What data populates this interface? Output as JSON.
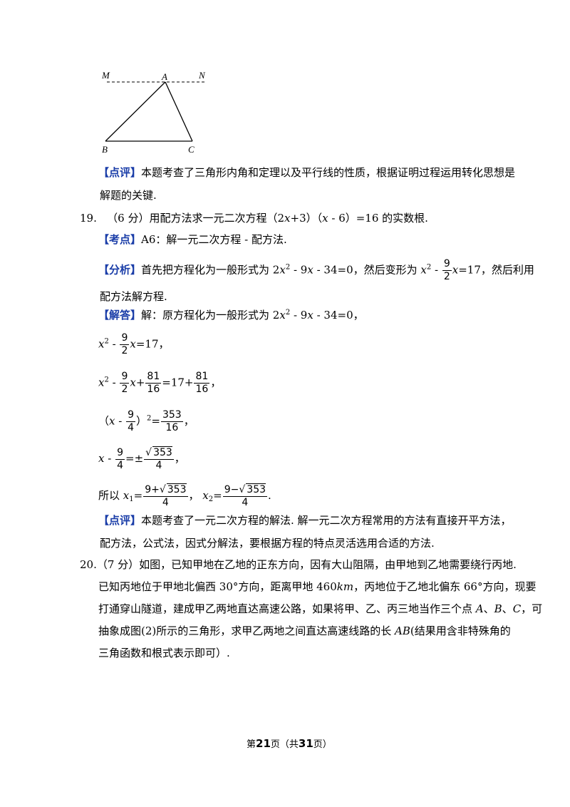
{
  "figure": {
    "label_m": "M",
    "label_n": "N",
    "label_a": "A",
    "label_b": "B",
    "label_c": "C"
  },
  "comment18": {
    "tag": "【点评】",
    "line1": "本题考查了三角形内角和定理以及平行线的性质，根据证明过程运用转化思想是",
    "line2": "解题的关键."
  },
  "q19": {
    "number": "19.",
    "pre": "（6 分）用配方法求一元二次方程（2",
    "v1": "x",
    "mid": "+3）（",
    "v2": "x",
    "post": " - 6）=16 的实数根."
  },
  "kaodian": {
    "tag": "【考点】",
    "text": "A6：解一元二次方程 - 配方法."
  },
  "fenxi": {
    "tag": "【分析】",
    "t1": "首先把方程化为一般形式为 2",
    "t2": " - 9",
    "t3": " - 34=0，然后变形为 ",
    "t4": " - ",
    "t5": "=17，然后利用",
    "line2": "配方法解方程."
  },
  "jieda": {
    "tag": "【解答】",
    "text1": "解：原方程化为一般形式为 2",
    "text2": " - 9",
    "text3": " - 34=0，",
    "v": "x",
    "sq": "2"
  },
  "steps": {
    "n9": "9",
    "d2": "2",
    "d4": "4",
    "n81": "81",
    "d16": "16",
    "n353": "353",
    "r353": "353",
    "eq17": "=17，",
    "plus": "+",
    "eq17p": "=17+",
    "comma": "，",
    "comma2": "，",
    "dot": ".",
    "open": "（",
    "close": "）",
    "sup2": "2",
    "eq": "=",
    "pm": "=±",
    "minus": " - ",
    "n9p": "9+",
    "n9m": "9−",
    "suo": "所以 ",
    "x1": "x",
    "s1": "1",
    "x2": "x",
    "s2": "2"
  },
  "comment19": {
    "tag": "【点评】",
    "line1": "本题考查了一元二次方程的解法. 解一元二次方程常用的方法有直接开平方法，",
    "line2": "配方法，公式法，因式分解法，要根据方程的特点灵活选用合适的方法."
  },
  "q20": {
    "number": "20.",
    "line1": "（7 分）如图，已知甲地在乙地的正东方向，因有大山阻隔，由甲地到乙地需要绕行丙地.",
    "line2a": "已知丙地位于甲地北偏西 30°方向，距离甲地 460",
    "line2u": "km",
    "line2b": "，丙地位于乙地北偏东 66°方向，现要",
    "line3a": "打通穿山隧道，建成甲乙两地直达高速公路，如果将甲、乙、丙三地当作三个点 ",
    "line3b": "A",
    "line3c": "、",
    "line3d": "B",
    "line3e": "、",
    "line3f": "C",
    "line3g": "，可",
    "line4a": "抽象成图(2)所示的三角形，求甲乙两地之间直达高速线路的长 ",
    "line4b": "AB",
    "line4c": "(结果用含非特殊角的",
    "line5": "三角函数和根式表示即可）."
  },
  "footer": {
    "pre": "第",
    "page": "21",
    "mid": "页（共",
    "total": "31",
    "post": "页）"
  }
}
